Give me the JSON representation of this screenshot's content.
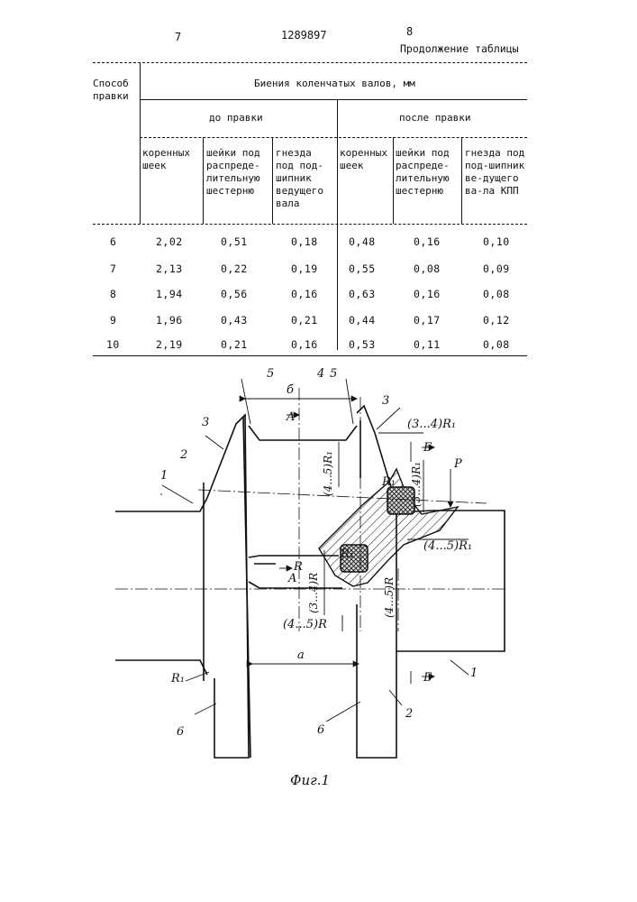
{
  "header": {
    "page_left": "7",
    "patent_number": "1289897",
    "page_right": "8",
    "continuation": "Продолжение таблицы"
  },
  "table": {
    "col_method": "Способ правки",
    "group_title": "Биения коленчатых валов, мм",
    "before": "до правки",
    "after": "после правки",
    "subheaders": [
      "коренных шеек",
      "шейки под распреде-лительную шестерню",
      "гнезда под под-шипник ведущего вала",
      "коренных шеек",
      "шейки под распреде-лительную шестерню",
      "гнезда под под-шипник ве-дущего ва-ла КПП"
    ],
    "rows": [
      [
        "6",
        "2,02",
        "0,51",
        "0,18",
        "0,48",
        "0,16",
        "0,10"
      ],
      [
        "7",
        "2,13",
        "0,22",
        "0,19",
        "0,55",
        "0,08",
        "0,09"
      ],
      [
        "8",
        "1,94",
        "0,56",
        "0,16",
        "0,63",
        "0,16",
        "0,08"
      ],
      [
        "9",
        "1,96",
        "0,43",
        "0,21",
        "0,44",
        "0,17",
        "0,12"
      ],
      [
        "10",
        "2,19",
        "0,21",
        "0,16",
        "0,53",
        "0,11",
        "0,08"
      ]
    ]
  },
  "figure": {
    "caption": "Фиг.1",
    "labels": {
      "n1": "1",
      "n2": "2",
      "n3": "3",
      "n4": "4",
      "n5": "5",
      "n6": "6",
      "b": "б",
      "a": "a",
      "A": "A",
      "B": "Б",
      "P": "P",
      "R": "R",
      "R1": "R₁",
      "r34R1": "(3...4)R₁",
      "r45R1": "(4...5)R₁",
      "r34R": "(3...4)R",
      "r45R": "(4...5)R"
    }
  }
}
